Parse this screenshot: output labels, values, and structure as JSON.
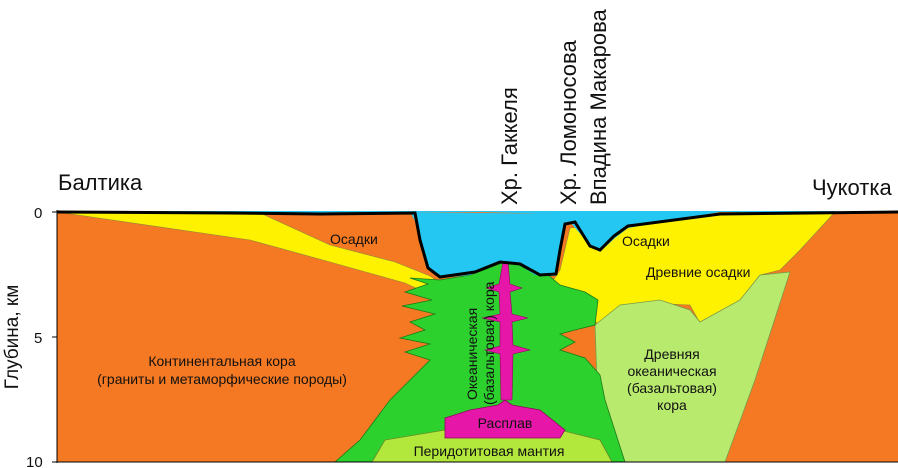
{
  "diagram": {
    "y_axis": {
      "label": "Глубина, км",
      "ticks": [
        "0",
        "5",
        "10"
      ],
      "range": [
        0,
        10
      ]
    },
    "regions": {
      "left": "Балтика",
      "right": "Чукотка"
    },
    "ridges": {
      "gakkel": "Хр. Гаккеля",
      "lomonosov": "Хр. Ломоносова",
      "makarov": "Впадина Макарова"
    },
    "layers": {
      "sediments_left": "Осадки",
      "sediments_right": "Осадки",
      "ancient_sediments": "Древние осадки",
      "continental_line1": "Континентальная кора",
      "continental_line2": "(граниты и метаморфические породы)",
      "oceanic_line1": "Океаническая",
      "oceanic_line2": "(базальтовая) кора",
      "ancient_oceanic_line1": "Древняя",
      "ancient_oceanic_line2": "океаническая",
      "ancient_oceanic_line3": "(базальтовая)",
      "ancient_oceanic_line4": "кора",
      "melt": "Расплав",
      "mantle": "Перидотитовая мантия"
    },
    "colors": {
      "continental_crust": "#f57922",
      "sediments": "#fff200",
      "ocean_water": "#24c7f2",
      "oceanic_crust": "#2dd12d",
      "ancient_oceanic_crust": "#b8ea6e",
      "melt": "#e617a8",
      "mantle": "#b2e83c"
    }
  }
}
